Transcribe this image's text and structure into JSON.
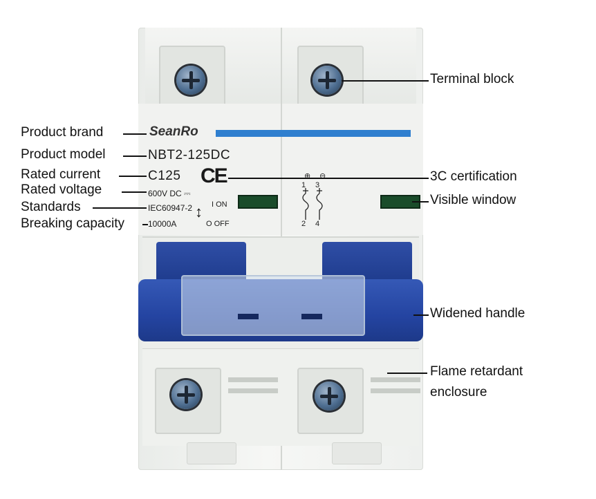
{
  "product": {
    "brand": "SeanRo",
    "model": "NBT2-125DC",
    "current": "C125",
    "certification_mark": "CE",
    "voltage": "600V DC",
    "standard": "IEC60947-2",
    "breaking": "10000A",
    "on_label": "I ON",
    "off_label": "O OFF",
    "pole_top": [
      "1",
      "3"
    ],
    "pole_bottom": [
      "2",
      "4"
    ],
    "pole_symbols": [
      "⊕",
      "⊖"
    ]
  },
  "callouts": {
    "terminal_block": "Terminal block",
    "product_brand": "Product brand",
    "product_model": "Product model",
    "rated_current": "Rated current",
    "rated_voltage": "Rated voltage",
    "standards": "Standards",
    "breaking_capacity": "Breaking capacity",
    "certification": "3C certification",
    "visible_window": "Visible window",
    "widened_handle": "Widened handle",
    "flame_line1": "Flame retardant",
    "flame_line2": "enclosure"
  },
  "colors": {
    "accent_stripe": "#2f7fcf",
    "handle_blue": "#2444a1",
    "body": "#f1f2f0"
  }
}
